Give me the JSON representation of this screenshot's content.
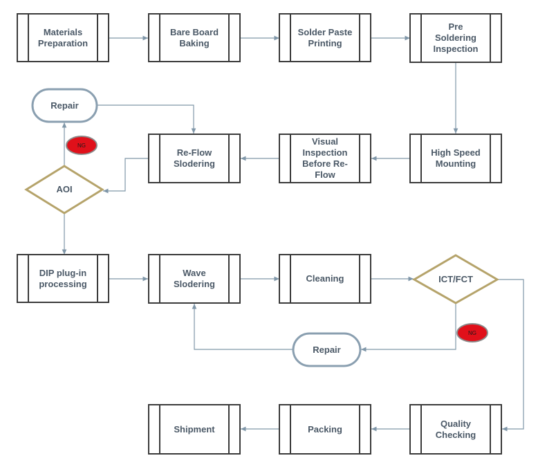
{
  "diagram": {
    "nodes": {
      "materials": "Materials\nPreparation",
      "bake": "Bare Board\nBaking",
      "paste": "Solder Paste\nPrinting",
      "preinsp": "Pre\nSoldering\nInspection",
      "mount": "High Speed\nMounting",
      "visual": "Visual\nInspection\nBefore Re-\nFlow",
      "reflow": "Re-Flow\nSlodering",
      "repair1": "Repair",
      "aoi": "AOI",
      "dip": "DIP plug-in\nprocessing",
      "wave": "Wave\nSlodering",
      "cleaning": "Cleaning",
      "ictfct": "ICT/FCT",
      "repair2": "Repair",
      "quality": "Quality\nChecking",
      "packing": "Packing",
      "shipment": "Shipment"
    },
    "badges": {
      "ng1": "NG",
      "ng2": "NG"
    },
    "colors": {
      "process_border": "#3a3a3a",
      "decision_border": "#b5a36a",
      "terminal_border": "#8a9fb0",
      "text": "#4a5866",
      "connector": "#7f96a8",
      "ng_fill": "#e0101a"
    }
  }
}
